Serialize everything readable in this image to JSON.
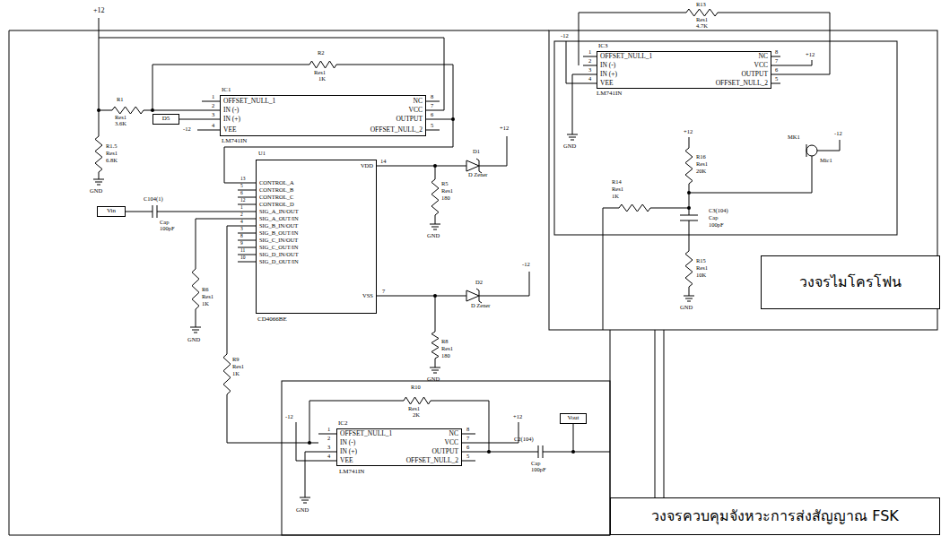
{
  "diagram": {
    "nodes": [
      {
        "text": [
          "OFFSET_NULL_1",
          "IN (-)",
          "IN (+)",
          "VEE",
          "NC",
          "VCC",
          "OUTPUT",
          "OFFSET_NULL_2"
        ]
      },
      {
        "text": [
          "D5"
        ]
      },
      {
        "text": [
          "Vin"
        ]
      },
      {
        "text": [
          "CONTROL_A",
          "CONTROL_B",
          "CONTROL_C",
          "CONTROL_D",
          "SIG_A_IN/OUT",
          "SIG_A_OUT/IN",
          "SIG_B_IN/OUT",
          "SIG_B_OUT/IN",
          "SIG_C_IN/OUT",
          "SIG_C_OUT/IN",
          "SIG_D_IN/OUT",
          "SIG_D_OUT/IN",
          "VDD",
          "VSS"
        ]
      },
      {
        "text": [
          "OFFSET_NULL_1",
          "IN (-)",
          "IN (+)",
          "VEE",
          "NC",
          "VCC",
          "OUTPUT",
          "OFFSET_NULL_2"
        ]
      },
      {
        "text": [
          "Vout"
        ]
      },
      {
        "text": [
          "OFFSET_NULL_1",
          "IN (-)",
          "IN (+)",
          "VEE",
          "NC",
          "VCC",
          "OUTPUT",
          "OFFSET_NULL_2"
        ]
      },
      {
        "text": [
          "วงจรไมโครโฟน"
        ]
      },
      {
        "text": [
          "วงจรควบคุมจังหวะการส่งสัญญาณ FSK"
        ]
      }
    ],
    "edges": [
      {
        "from": 1,
        "to": 0,
        "arrow": "none"
      }
    ],
    "labels": [
      "+12",
      "R2",
      "Res1",
      "1K",
      "IC1",
      "1",
      "2",
      "3",
      "4",
      "8",
      "7",
      "6",
      "5",
      "LM741IN",
      "R1",
      "Res1",
      "3.6K",
      "-12",
      "R1.5",
      "Res1",
      "6.8K",
      "GND",
      "U1",
      "13",
      "5",
      "6",
      "12",
      "1",
      "2",
      "4",
      "3",
      "8",
      "9",
      "11",
      "10",
      "14",
      "7",
      "CD4066BE",
      "C104(1)",
      "Cap",
      "100pF",
      "R6",
      "Res1",
      "1K",
      "GND",
      "R9",
      "Res1",
      "1K",
      "D1",
      "D Zener",
      "+12",
      "R5",
      "Res1",
      "180",
      "GND",
      "D2",
      "D Zener",
      "-12",
      "R8",
      "Res1",
      "180",
      "GND",
      "R10",
      "Res1",
      "2K",
      "-12",
      "+12",
      "IC2",
      "1",
      "2",
      "3",
      "4",
      "8",
      "7",
      "6",
      "5",
      "LM741IN",
      "GND",
      "C2(104)",
      "Cap",
      "100pF",
      "R13",
      "Res1",
      "4.7K",
      "-12",
      "+12",
      "IC3",
      "1",
      "2",
      "3",
      "4",
      "8",
      "7",
      "6",
      "5",
      "LM741IN",
      "GND",
      "+12",
      "R16",
      "Res1",
      "20K",
      "MK1",
      "Mic1",
      "-12",
      "R14",
      "Res1",
      "1K",
      "C3(104)",
      "Cap",
      "100pF",
      "R15",
      "Res1",
      "10K",
      "GND"
    ]
  }
}
